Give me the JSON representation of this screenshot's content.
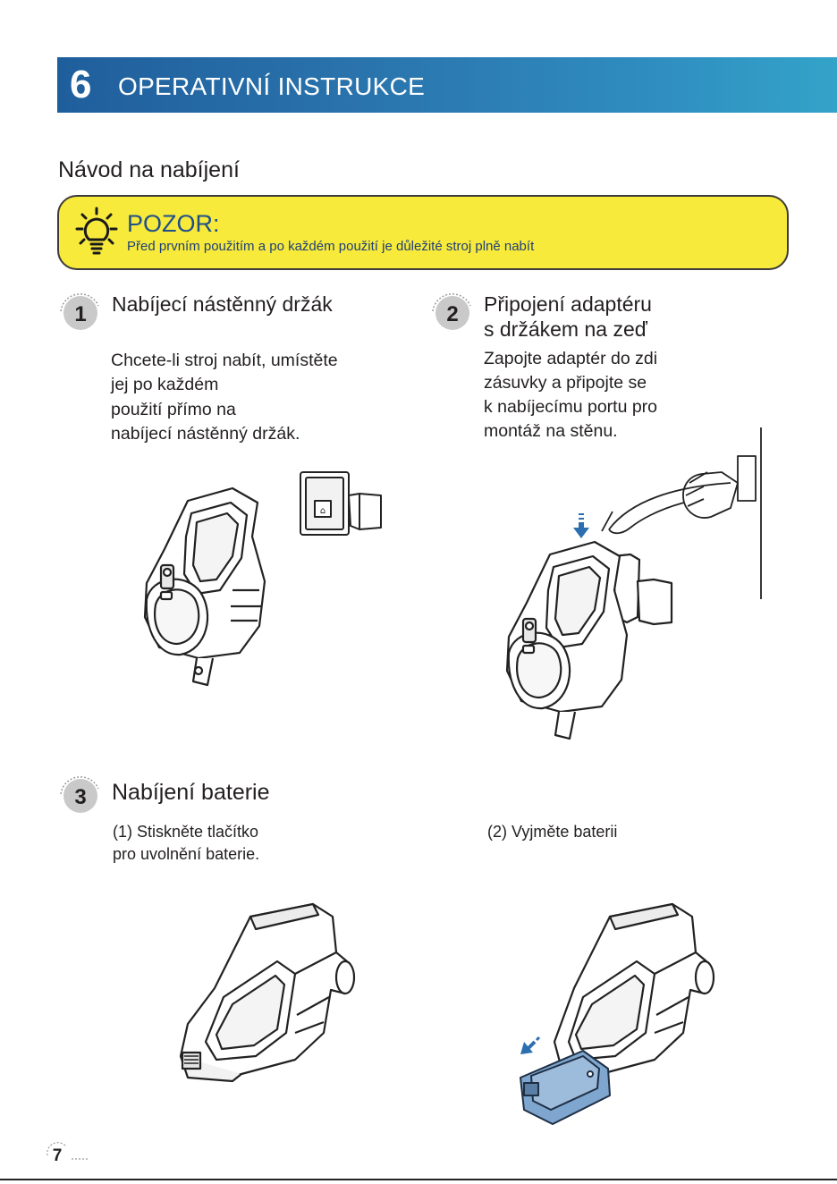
{
  "header": {
    "number": "6",
    "title": "OPERATIVNÍ INSTRUKCE"
  },
  "section_title": "Návod na nabíjení",
  "warning": {
    "title": "POZOR:",
    "text": "Před prvním použitím a po každém použití je důležité stroj plně nabít",
    "icon": "lightbulb-icon",
    "background": "#f7ea3a"
  },
  "steps": [
    {
      "number": "1",
      "heading": [
        "Nabíjecí nástěnný držák"
      ],
      "text": [
        "Chcete-li stroj nabít, umístěte",
        "jej po každém",
        "použití přímo na",
        "nabíjecí nástěnný držák."
      ]
    },
    {
      "number": "2",
      "heading": [
        "Připojení adaptéru",
        "s držákem na zeď"
      ],
      "text": [
        "Zapojte adaptér do zdi",
        "zásuvky a připojte se",
        "k nabíjecímu portu pro",
        "montáž na stěnu."
      ]
    },
    {
      "number": "3",
      "heading": [
        "Nabíjení baterie"
      ],
      "sub": [
        {
          "lines": [
            "(1) Stiskněte tlačítko",
            "pro uvolnění baterie."
          ]
        },
        {
          "lines": [
            "(2) Vyjměte baterii"
          ]
        }
      ]
    }
  ],
  "page_number": "7",
  "colors": {
    "header_start": "#1f5e9c",
    "header_end": "#33a3c9",
    "arrow": "#2c6fb0",
    "battery": "#7ea6cf"
  }
}
